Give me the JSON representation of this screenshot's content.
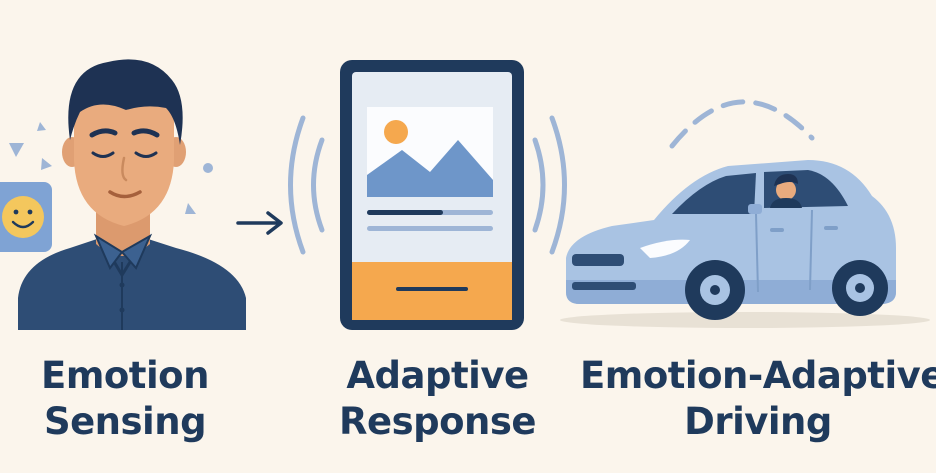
{
  "steps": [
    {
      "line1": "Emotion",
      "line2": "Sensing"
    },
    {
      "line1": "Adaptive",
      "line2": "Response"
    },
    {
      "line1": "Emotion-Adaptive",
      "line2": "Driving"
    }
  ],
  "colors": {
    "background": "#fbf5ec",
    "navy": "#1f3a5c",
    "shirt": "#2e4d75",
    "skin": "#e9ab7e",
    "hair": "#1e3253",
    "screen": "#e6ecf3",
    "accent_orange": "#f5a84e",
    "car_body": "#a9c3e3",
    "wave": "#9eb5d6",
    "smiley": "#f4c75d"
  }
}
